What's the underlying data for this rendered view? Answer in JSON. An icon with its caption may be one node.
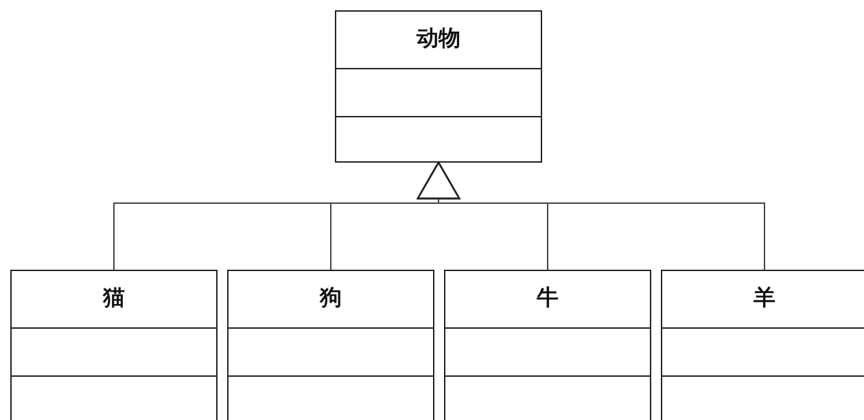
{
  "diagram": {
    "nodes": [
      {
        "text": [
          "动物"
        ]
      },
      {
        "text": [
          "猫"
        ]
      },
      {
        "text": [
          "狗"
        ]
      },
      {
        "text": [
          "牛"
        ]
      },
      {
        "text": [
          "羊"
        ]
      }
    ],
    "edges": [
      {
        "from": 1,
        "to": 0,
        "arrow": "to"
      },
      {
        "from": 2,
        "to": 0,
        "arrow": "to"
      },
      {
        "from": 3,
        "to": 0,
        "arrow": "to"
      },
      {
        "from": 4,
        "to": 0,
        "arrow": "to"
      }
    ]
  }
}
